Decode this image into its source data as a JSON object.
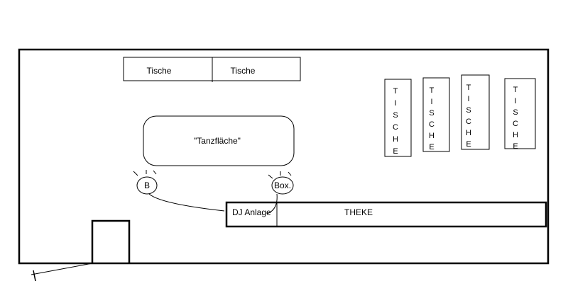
{
  "diagram": {
    "tables_top": [
      "Tische",
      "Tische"
    ],
    "dance_floor": "\"Tanzfläche\"",
    "speaker_left": "B",
    "speaker_right": "Box.",
    "dj": "DJ Anlage",
    "bar": "THEKE",
    "tables_side": [
      "TISCHE",
      "TISCHE",
      "TISCHE",
      "TISCHE"
    ]
  }
}
